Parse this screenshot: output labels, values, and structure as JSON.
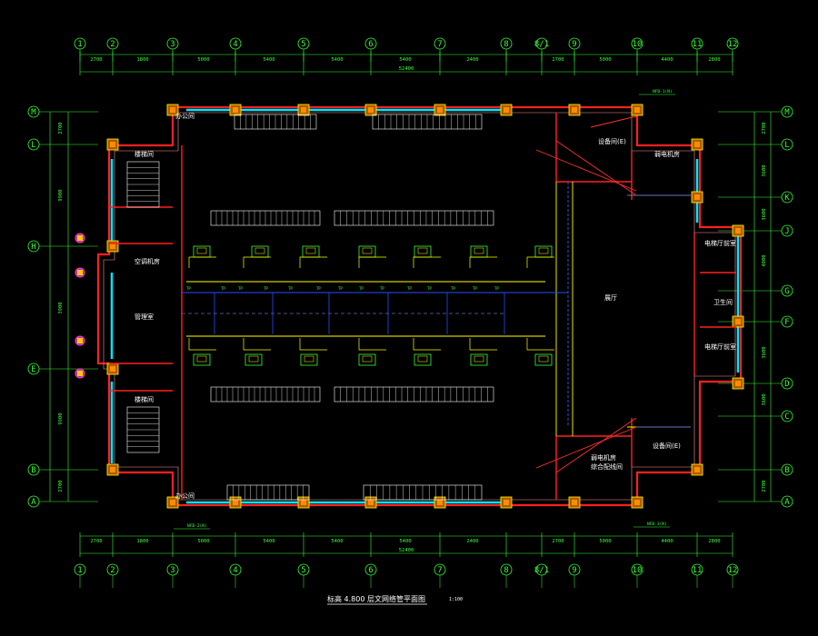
{
  "drawing": {
    "title": "标高  4.800  层文网络管平面图",
    "scale": "1:100",
    "column_axes": [
      "1",
      "2",
      "3",
      "4",
      "5",
      "6",
      "7",
      "8",
      "8/1",
      "9",
      "10",
      "11",
      "12"
    ],
    "row_axes_right": [
      "M",
      "L",
      "K",
      "J",
      "G",
      "F",
      "D",
      "C",
      "B",
      "A"
    ],
    "row_axes_left": [
      "M",
      "L",
      "H",
      "E",
      "B",
      "A"
    ],
    "segment_dims": [
      "2700",
      "1800",
      "5000",
      "5400",
      "5400",
      "5400",
      "2400",
      "2700",
      "5000",
      "4400",
      "2800"
    ],
    "total_dim": "52400",
    "left_dims": [
      "2700",
      "9900",
      "3900",
      "9900",
      "2700"
    ],
    "right_dims": [
      "2700",
      "3600",
      "3600",
      "4800",
      "3600",
      "3600",
      "2700"
    ],
    "tags": [
      "NFB-1(N)",
      "NFB-2(N)",
      "NFB-3(N)"
    ],
    "rooms": [
      {
        "id": "stair-nw",
        "label": "楼梯间"
      },
      {
        "id": "stair-sw",
        "label": "楼梯间"
      },
      {
        "id": "room-n",
        "label": "办公间"
      },
      {
        "id": "room-ne",
        "label": "设备间(E)"
      },
      {
        "id": "room-ne2",
        "label": "弱电机房"
      },
      {
        "id": "room-e1",
        "label": "电梯厅前室"
      },
      {
        "id": "room-e2",
        "label": "卫生间"
      },
      {
        "id": "room-e3",
        "label": "电梯厅前室"
      },
      {
        "id": "room-se",
        "label": "设备间(E)"
      },
      {
        "id": "room-se2",
        "label": "弱电机房"
      },
      {
        "id": "room-se3",
        "label": "综合配线间"
      },
      {
        "id": "room-s",
        "label": "办公间"
      },
      {
        "id": "hall",
        "label": "展厅"
      },
      {
        "id": "room-w1",
        "label": "空调机房"
      },
      {
        "id": "room-w2",
        "label": "管理室"
      }
    ],
    "connector_label": "TP"
  }
}
